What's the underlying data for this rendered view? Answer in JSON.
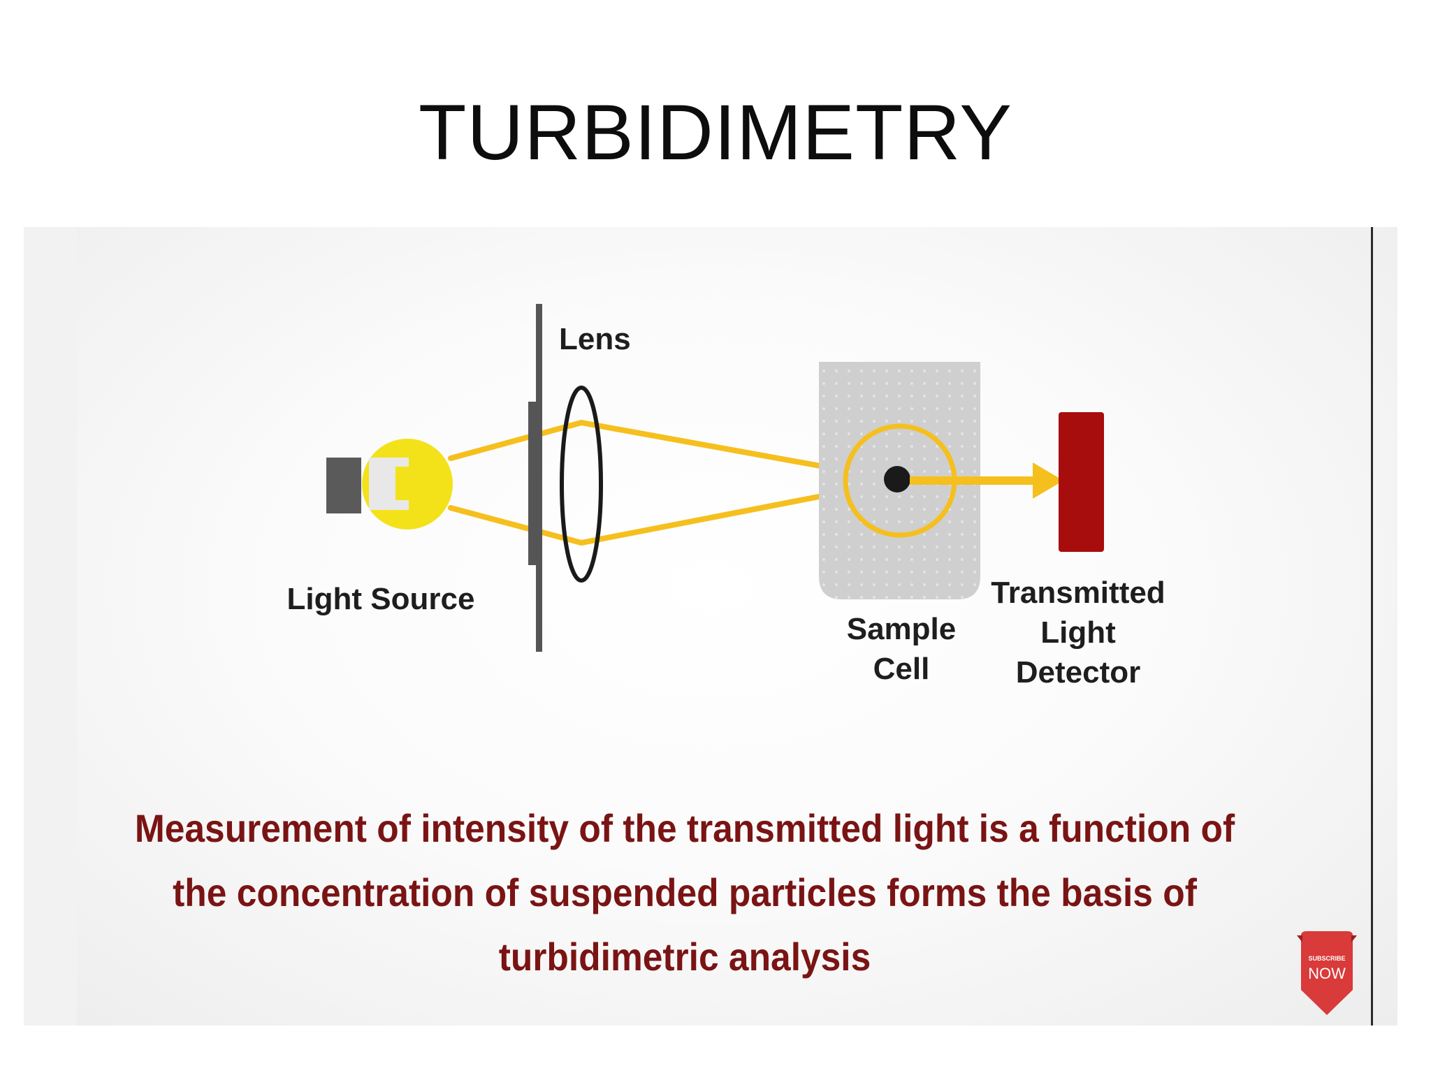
{
  "slide": {
    "title": "TURBIDIMETRY"
  },
  "diagram": {
    "labels": {
      "lens": "Lens",
      "light_source": "Light Source",
      "sample_cell_line1": "Sample",
      "sample_cell_line2": "Cell",
      "detector_line1": "Transmitted",
      "detector_line2": "Light",
      "detector_line3": "Detector"
    },
    "colors": {
      "light_beam": "#f5bf1e",
      "bulb": "#f3e21a",
      "detector": "#a80d0d",
      "sample_cell": "#cfcfcf",
      "caption": "#7a1414"
    }
  },
  "caption": {
    "text": "Measurement of intensity of the transmitted light is a function of the concentration of suspended particles forms the basis of turbidimetric analysis"
  },
  "badge": {
    "small_text": "SUBSCRIBE",
    "main_text": "NOW",
    "color": "#d93a3a"
  }
}
